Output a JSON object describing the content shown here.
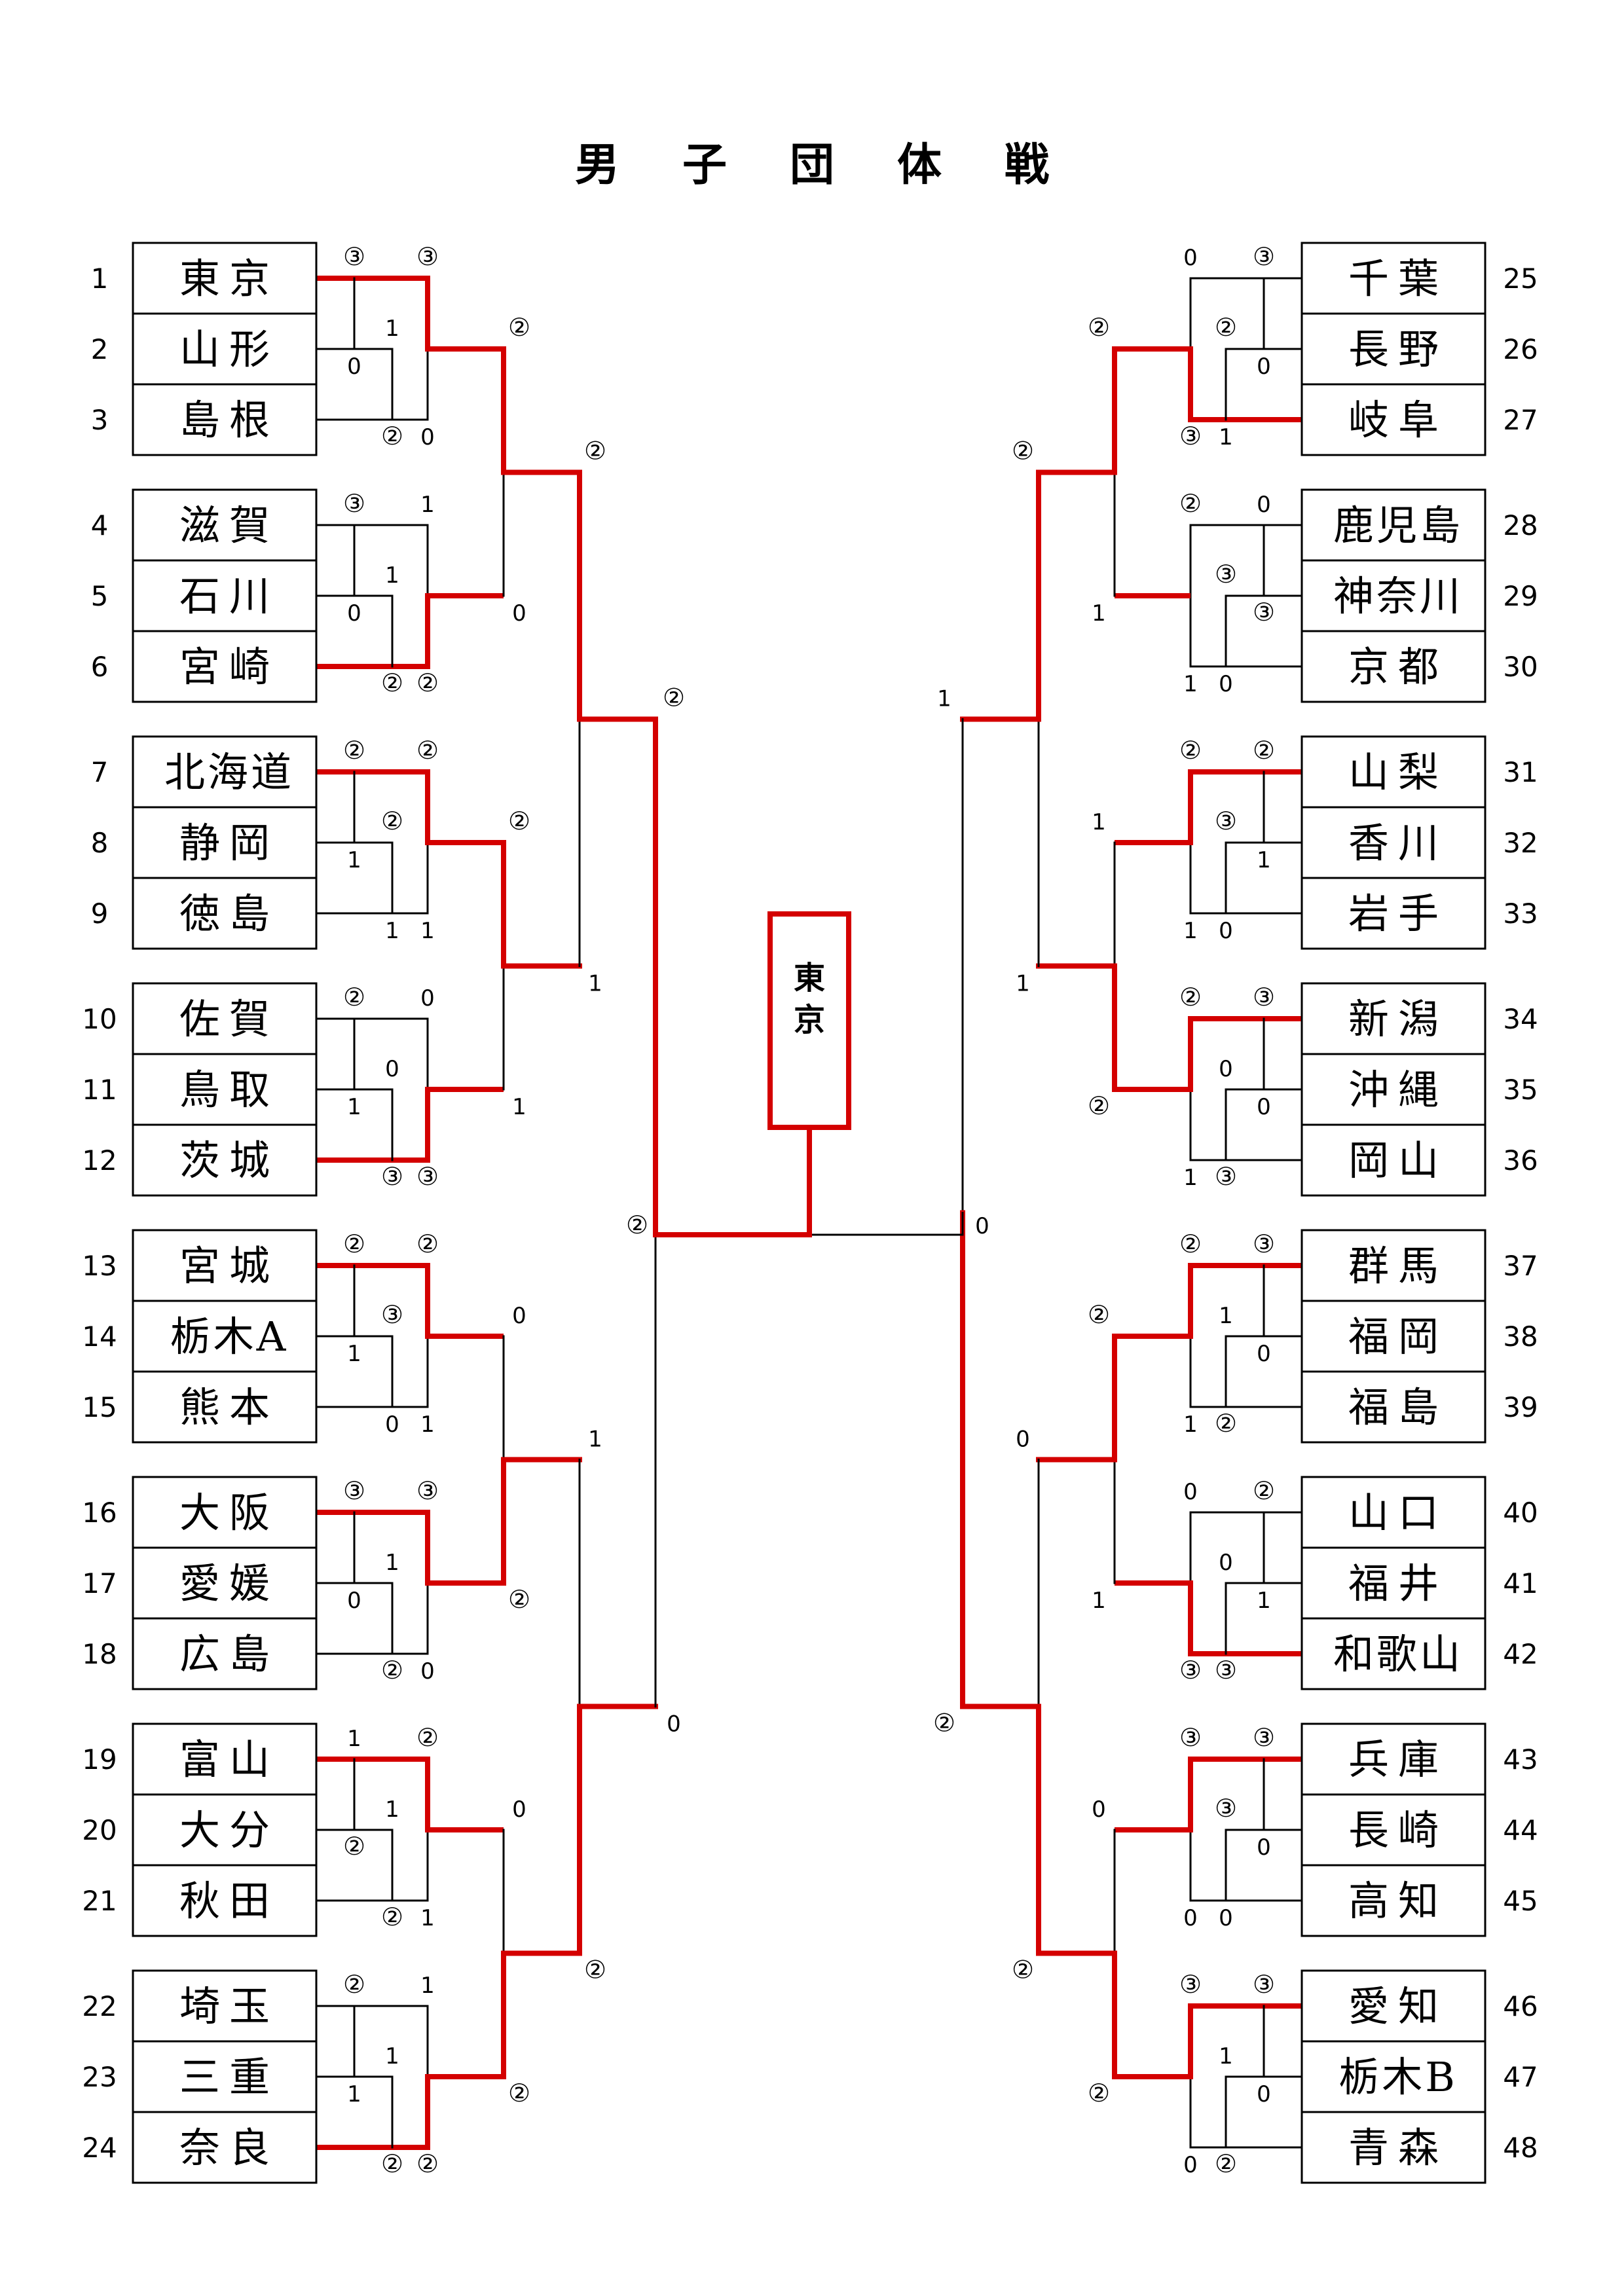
{
  "title": "男子団体戦",
  "champion": "東京",
  "colors": {
    "winner_line": "#d40000",
    "line": "#000000"
  },
  "teams_left": [
    {
      "seed": "1",
      "name": "東京"
    },
    {
      "seed": "2",
      "name": "山形"
    },
    {
      "seed": "3",
      "name": "島根"
    },
    {
      "seed": "4",
      "name": "滋賀"
    },
    {
      "seed": "5",
      "name": "石川"
    },
    {
      "seed": "6",
      "name": "宮崎"
    },
    {
      "seed": "7",
      "name": "北海道"
    },
    {
      "seed": "8",
      "name": "静岡"
    },
    {
      "seed": "9",
      "name": "徳島"
    },
    {
      "seed": "10",
      "name": "佐賀"
    },
    {
      "seed": "11",
      "name": "鳥取"
    },
    {
      "seed": "12",
      "name": "茨城"
    },
    {
      "seed": "13",
      "name": "宮城"
    },
    {
      "seed": "14",
      "name": "栃木A"
    },
    {
      "seed": "15",
      "name": "熊本"
    },
    {
      "seed": "16",
      "name": "大阪"
    },
    {
      "seed": "17",
      "name": "愛媛"
    },
    {
      "seed": "18",
      "name": "広島"
    },
    {
      "seed": "19",
      "name": "富山"
    },
    {
      "seed": "20",
      "name": "大分"
    },
    {
      "seed": "21",
      "name": "秋田"
    },
    {
      "seed": "22",
      "name": "埼玉"
    },
    {
      "seed": "23",
      "name": "三重"
    },
    {
      "seed": "24",
      "name": "奈良"
    }
  ],
  "teams_right": [
    {
      "seed": "25",
      "name": "千葉"
    },
    {
      "seed": "26",
      "name": "長野"
    },
    {
      "seed": "27",
      "name": "岐阜"
    },
    {
      "seed": "28",
      "name": "鹿児島"
    },
    {
      "seed": "29",
      "name": "神奈川"
    },
    {
      "seed": "30",
      "name": "京都"
    },
    {
      "seed": "31",
      "name": "山梨"
    },
    {
      "seed": "32",
      "name": "香川"
    },
    {
      "seed": "33",
      "name": "岩手"
    },
    {
      "seed": "34",
      "name": "新潟"
    },
    {
      "seed": "35",
      "name": "沖縄"
    },
    {
      "seed": "36",
      "name": "岡山"
    },
    {
      "seed": "37",
      "name": "群馬"
    },
    {
      "seed": "38",
      "name": "福岡"
    },
    {
      "seed": "39",
      "name": "福島"
    },
    {
      "seed": "40",
      "name": "山口"
    },
    {
      "seed": "41",
      "name": "福井"
    },
    {
      "seed": "42",
      "name": "和歌山"
    },
    {
      "seed": "43",
      "name": "兵庫"
    },
    {
      "seed": "44",
      "name": "長崎"
    },
    {
      "seed": "45",
      "name": "高知"
    },
    {
      "seed": "46",
      "name": "愛知"
    },
    {
      "seed": "47",
      "name": "栃木B"
    },
    {
      "seed": "48",
      "name": "青森"
    }
  ],
  "league_left": [
    {
      "winner": 0,
      "s": {
        "t0_vs_t1": "③",
        "t1_vs_t0": "0",
        "t0_vs_t2": "③",
        "t2_vs_t0": "0",
        "t1_vs_t2": "1",
        "t2_vs_t1": "②"
      }
    },
    {
      "winner": 2,
      "s": {
        "t0_vs_t1": "③",
        "t1_vs_t0": "0",
        "t0_vs_t2": "1",
        "t2_vs_t0": "②",
        "t1_vs_t2": "1",
        "t2_vs_t1": "②"
      }
    },
    {
      "winner": 0,
      "s": {
        "t0_vs_t1": "②",
        "t1_vs_t0": "1",
        "t0_vs_t2": "②",
        "t2_vs_t0": "1",
        "t1_vs_t2": "②",
        "t2_vs_t1": "1"
      }
    },
    {
      "winner": 2,
      "s": {
        "t0_vs_t1": "②",
        "t1_vs_t0": "1",
        "t0_vs_t2": "0",
        "t2_vs_t0": "③",
        "t1_vs_t2": "0",
        "t2_vs_t1": "③"
      }
    },
    {
      "winner": 0,
      "s": {
        "t0_vs_t1": "②",
        "t1_vs_t0": "1",
        "t0_vs_t2": "②",
        "t2_vs_t0": "1",
        "t1_vs_t2": "③",
        "t2_vs_t1": "0"
      }
    },
    {
      "winner": 0,
      "s": {
        "t0_vs_t1": "③",
        "t1_vs_t0": "0",
        "t0_vs_t2": "③",
        "t2_vs_t0": "0",
        "t1_vs_t2": "1",
        "t2_vs_t1": "②"
      }
    },
    {
      "winner": 0,
      "s": {
        "t0_vs_t1": "1",
        "t1_vs_t0": "②",
        "t0_vs_t2": "②",
        "t2_vs_t0": "1",
        "t1_vs_t2": "1",
        "t2_vs_t1": "②"
      }
    },
    {
      "winner": 2,
      "s": {
        "t0_vs_t1": "②",
        "t1_vs_t0": "1",
        "t0_vs_t2": "1",
        "t2_vs_t0": "②",
        "t1_vs_t2": "1",
        "t2_vs_t1": "②"
      }
    }
  ],
  "league_right": [
    {
      "winner": 2,
      "s": {
        "t0_vs_t1": "③",
        "t1_vs_t0": "0",
        "t0_vs_t2": "0",
        "t2_vs_t0": "③",
        "t1_vs_t2": "②",
        "t2_vs_t1": "1"
      }
    },
    {
      "winner": 1,
      "s": {
        "t0_vs_t1": "0",
        "t1_vs_t0": "③",
        "t0_vs_t2": "②",
        "t2_vs_t0": "1",
        "t1_vs_t2": "③",
        "t2_vs_t1": "0"
      }
    },
    {
      "winner": 0,
      "s": {
        "t0_vs_t1": "②",
        "t1_vs_t0": "1",
        "t0_vs_t2": "②",
        "t2_vs_t0": "1",
        "t1_vs_t2": "③",
        "t2_vs_t1": "0"
      }
    },
    {
      "winner": 0,
      "s": {
        "t0_vs_t1": "③",
        "t1_vs_t0": "0",
        "t0_vs_t2": "②",
        "t2_vs_t0": "1",
        "t1_vs_t2": "0",
        "t2_vs_t1": "③"
      }
    },
    {
      "winner": 0,
      "s": {
        "t0_vs_t1": "③",
        "t1_vs_t0": "0",
        "t0_vs_t2": "②",
        "t2_vs_t0": "1",
        "t1_vs_t2": "1",
        "t2_vs_t1": "②"
      }
    },
    {
      "winner": 2,
      "s": {
        "t0_vs_t1": "②",
        "t1_vs_t0": "1",
        "t0_vs_t2": "0",
        "t2_vs_t0": "③",
        "t1_vs_t2": "0",
        "t2_vs_t1": "③"
      }
    },
    {
      "winner": 0,
      "s": {
        "t0_vs_t1": "③",
        "t1_vs_t0": "0",
        "t0_vs_t2": "③",
        "t2_vs_t0": "0",
        "t1_vs_t2": "③",
        "t2_vs_t1": "0"
      }
    },
    {
      "winner": 0,
      "s": {
        "t0_vs_t1": "③",
        "t1_vs_t0": "0",
        "t0_vs_t2": "③",
        "t2_vs_t0": "0",
        "t1_vs_t2": "1",
        "t2_vs_t1": "②"
      }
    }
  ],
  "rounds_left": {
    "r1": [
      {
        "top": "②",
        "bottom": "0",
        "winner": "top"
      },
      {
        "top": "②",
        "bottom": "1",
        "winner": "top"
      },
      {
        "top": "0",
        "bottom": "②",
        "winner": "bottom"
      },
      {
        "top": "0",
        "bottom": "②",
        "winner": "bottom"
      }
    ],
    "r2": [
      {
        "top": "②",
        "bottom": "1",
        "winner": "top"
      },
      {
        "top": "1",
        "bottom": "②",
        "winner": "bottom"
      }
    ],
    "r3": [
      {
        "top": "②",
        "bottom": "0",
        "winner": "top"
      }
    ]
  },
  "rounds_right": {
    "r1": [
      {
        "top": "②",
        "bottom": "1",
        "winner": "top"
      },
      {
        "top": "1",
        "bottom": "②",
        "winner": "bottom"
      },
      {
        "top": "②",
        "bottom": "1",
        "winner": "top"
      },
      {
        "top": "0",
        "bottom": "②",
        "winner": "bottom"
      }
    ],
    "r2": [
      {
        "top": "②",
        "bottom": "1",
        "winner": "top"
      },
      {
        "top": "0",
        "bottom": "②",
        "winner": "bottom"
      }
    ],
    "r3": [
      {
        "top": "1",
        "bottom": "②",
        "winner": "bottom"
      }
    ]
  },
  "final": {
    "left": "②",
    "right": "0",
    "winner": "left"
  }
}
